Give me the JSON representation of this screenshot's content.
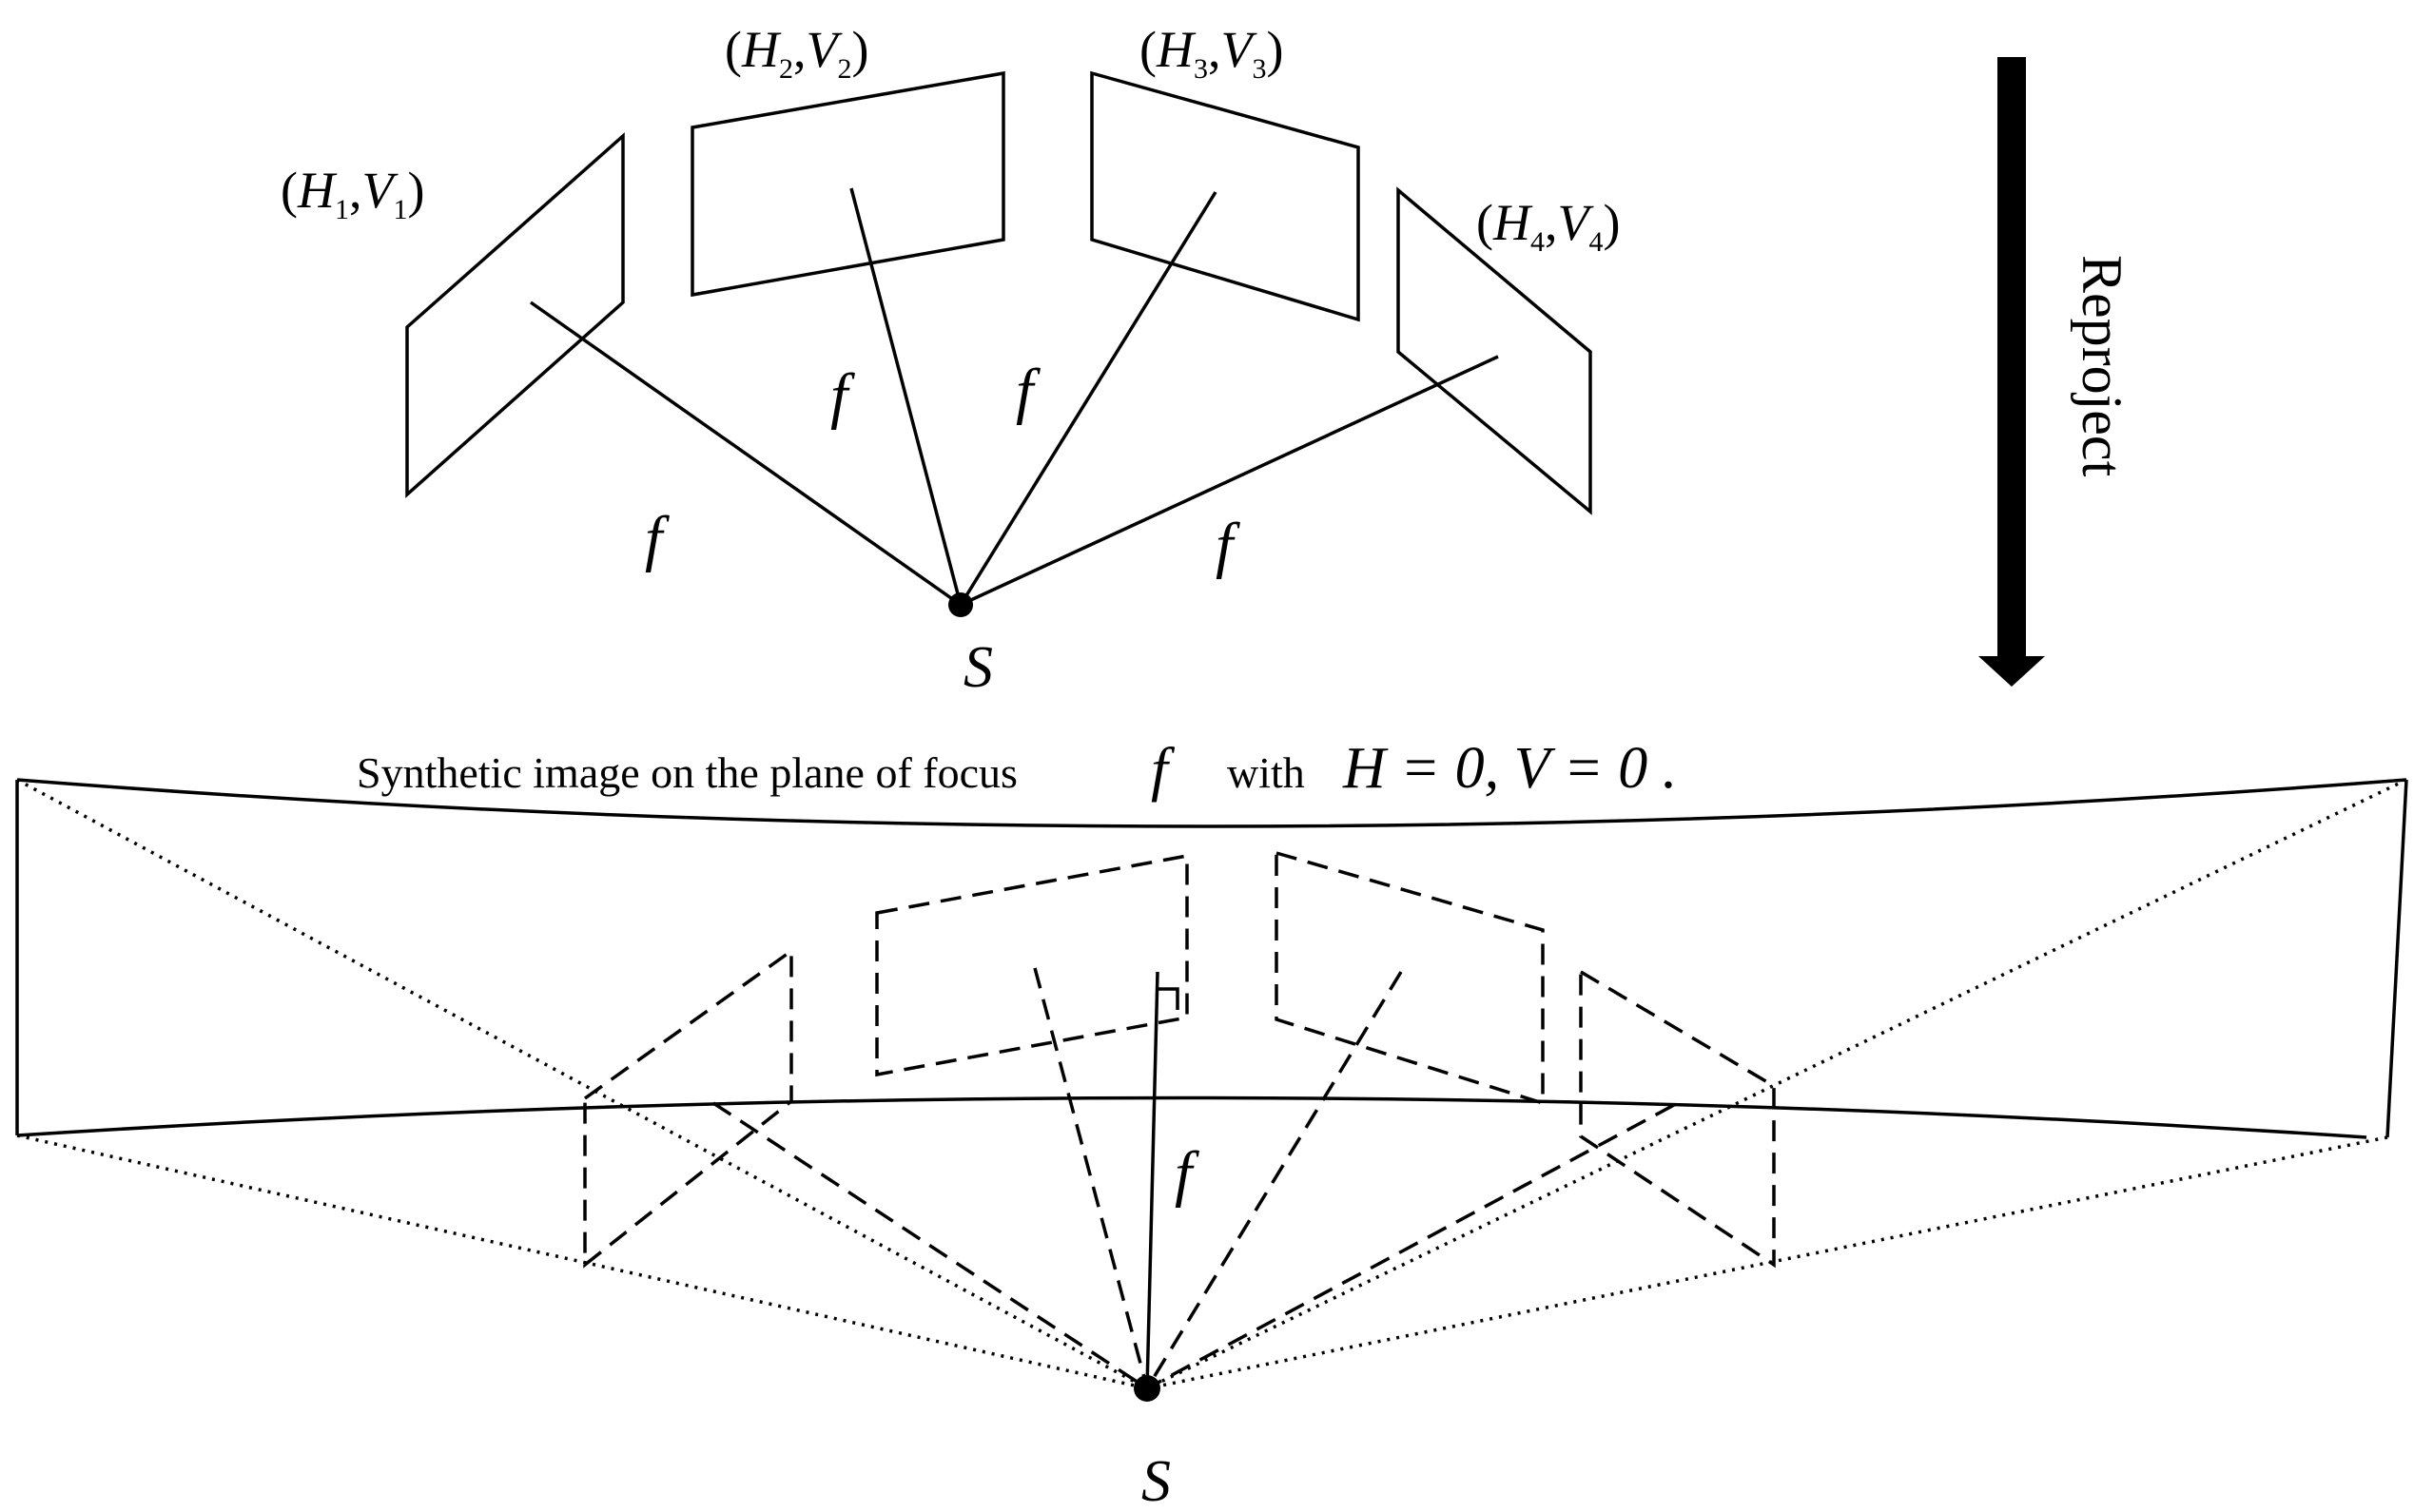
{
  "top_view": {
    "labels": [
      {
        "open": "(",
        "h": "H",
        "h_sub": "1",
        "sep": ",",
        "v": "V",
        "v_sub": "1",
        "close": ")"
      },
      {
        "open": "(",
        "h": "H",
        "h_sub": "2",
        "sep": ",",
        "v": "V",
        "v_sub": "2",
        "close": ")"
      },
      {
        "open": "(",
        "h": "H",
        "h_sub": "3",
        "sep": ",",
        "v": "V",
        "v_sub": "3",
        "close": ")"
      },
      {
        "open": "(",
        "h": "H",
        "h_sub": "4",
        "sep": ",",
        "v": "V",
        "v_sub": "4",
        "close": ")"
      }
    ],
    "focal_label": "f",
    "center_label": "S"
  },
  "arrow": {
    "label": "Reproject"
  },
  "bottom_view": {
    "caption_text": "Synthetic image on the plane of focus",
    "caption_f": "f",
    "caption_with": "with",
    "caption_eq": "H = 0, V = 0 .",
    "focal_label": "f",
    "center_label": "S"
  }
}
